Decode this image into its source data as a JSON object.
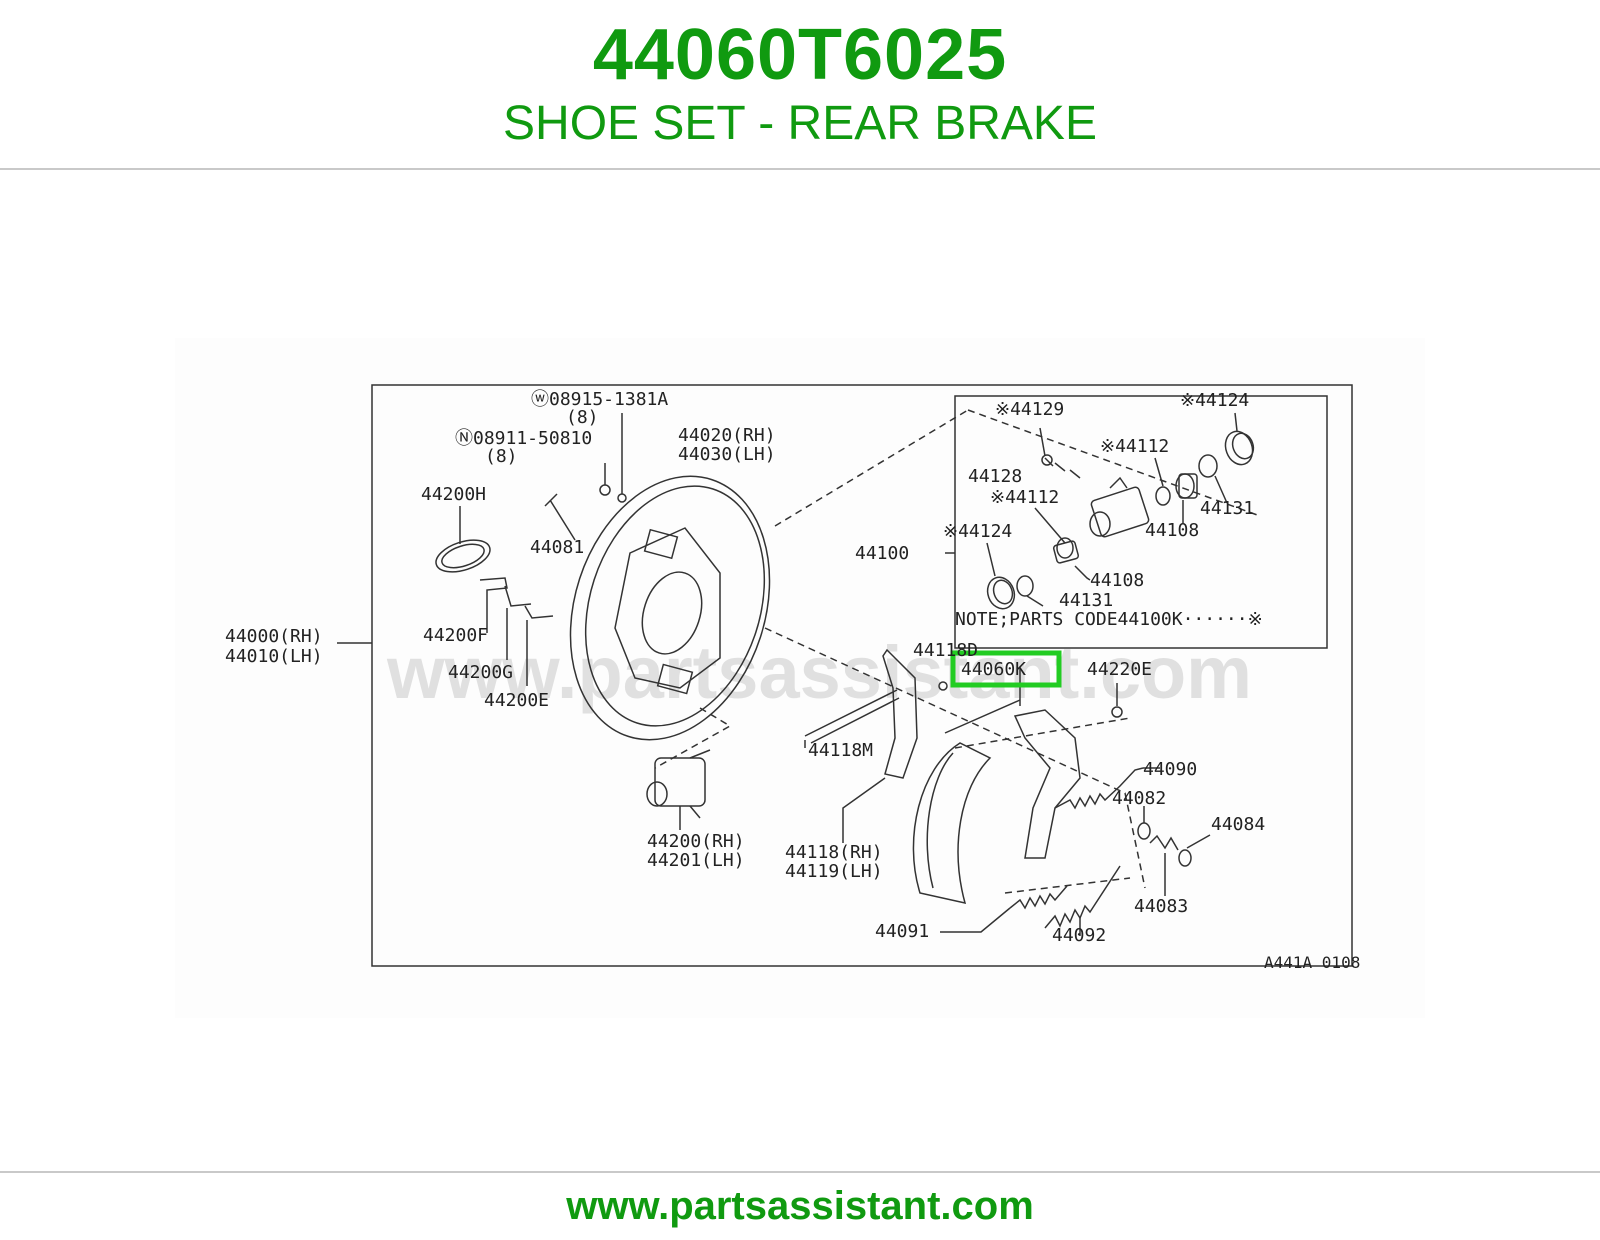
{
  "header": {
    "part_number": "44060T6025",
    "part_description": "SHOE SET - REAR BRAKE"
  },
  "footer": {
    "url": "www.partsassistant.com"
  },
  "diagram": {
    "watermark": "www.partsassistant.com",
    "figure_code": "A441A 0108",
    "highlight_color": "#22cc22",
    "brand_color": "#109a10",
    "labels": {
      "p08915": "ⓦ08915-1381A",
      "p08915_qty": "(8)",
      "p08911": "Ⓝ08911-50810",
      "p08911_qty": "(8)",
      "p44020": "44020(RH)",
      "p44030": "44030(LH)",
      "p44200h": "44200H",
      "p44081": "44081",
      "p44000": "44000(RH)",
      "p44010": "44010(LH)",
      "p44200f": "44200F",
      "p44200g": "44200G",
      "p44200e": "44200E",
      "p44200": "44200(RH)",
      "p44201": "44201(LH)",
      "p44129": "※44129",
      "p44124_top": "※44124",
      "p44112_top": "※44112",
      "p44128": "44128",
      "p44112_mid": "※44112",
      "p44131_right": "44131",
      "p44108_right": "44108",
      "p44100": "44100",
      "p44124_left": "※44124",
      "p44108_bottom": "44108",
      "p44131_bottom": "44131",
      "note": "NOTE;PARTS CODE44100K······※",
      "p44118d": "44118D",
      "p44060k": "44060K",
      "p44220e": "44220E",
      "p44118m": "44118M",
      "p44090": "44090",
      "p44082": "44082",
      "p44084": "44084",
      "p44118": "44118(RH)",
      "p44119": "44119(LH)",
      "p44083": "44083",
      "p44091": "44091",
      "p44092": "44092"
    }
  }
}
